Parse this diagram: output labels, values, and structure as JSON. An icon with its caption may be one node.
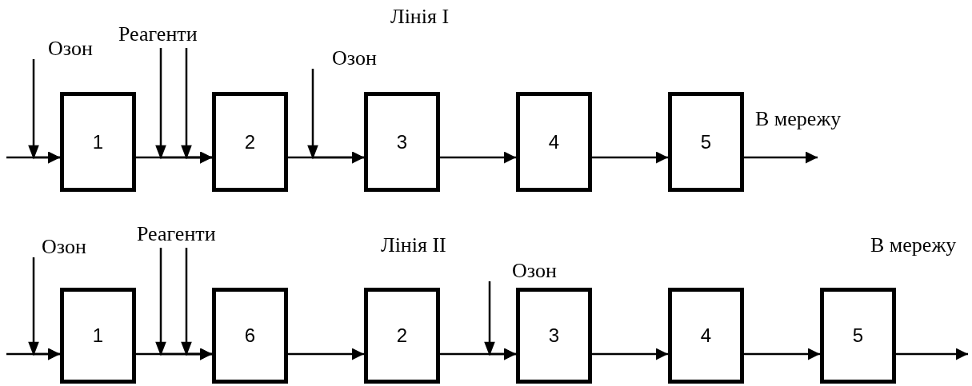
{
  "diagram": {
    "nodes": [
      {
        "text": [
          "Озон"
        ]
      },
      {
        "text": [
          "Реагенти"
        ]
      },
      {
        "text": [
          "Озон"
        ]
      },
      {
        "text": [
          "1"
        ]
      },
      {
        "text": [
          "2"
        ]
      },
      {
        "text": [
          "3"
        ]
      },
      {
        "text": [
          "4"
        ]
      },
      {
        "text": [
          "5"
        ]
      },
      {
        "text": [
          "Озон"
        ]
      },
      {
        "text": [
          "Реагенти"
        ]
      },
      {
        "text": [
          "Озон"
        ]
      },
      {
        "text": [
          "1"
        ]
      },
      {
        "text": [
          "6"
        ]
      },
      {
        "text": [
          "2"
        ]
      },
      {
        "text": [
          "3"
        ]
      },
      {
        "text": [
          "4"
        ]
      },
      {
        "text": [
          "5"
        ]
      }
    ],
    "edges": [
      {
        "from": null,
        "to": 3,
        "arrow": "to"
      },
      {
        "from": 3,
        "to": 4,
        "arrow": "to"
      },
      {
        "from": 4,
        "to": 5,
        "arrow": "to"
      },
      {
        "from": 5,
        "to": 6,
        "arrow": "to"
      },
      {
        "from": 6,
        "to": 7,
        "arrow": "to"
      },
      {
        "from": 7,
        "to": null,
        "arrow": "to"
      },
      {
        "from": 0,
        "to": 3,
        "arrow": "to"
      },
      {
        "from": 1,
        "to": 4,
        "arrow": "to"
      },
      {
        "from": 1,
        "to": 4,
        "arrow": "to"
      },
      {
        "from": 2,
        "to": 5,
        "arrow": "to"
      },
      {
        "from": null,
        "to": 11,
        "arrow": "to"
      },
      {
        "from": 11,
        "to": 12,
        "arrow": "to"
      },
      {
        "from": 12,
        "to": 13,
        "arrow": "to"
      },
      {
        "from": 13,
        "to": 14,
        "arrow": "to"
      },
      {
        "from": 14,
        "to": 15,
        "arrow": "to"
      },
      {
        "from": 15,
        "to": 16,
        "arrow": "to"
      },
      {
        "from": 16,
        "to": null,
        "arrow": "to"
      },
      {
        "from": 8,
        "to": 11,
        "arrow": "to"
      },
      {
        "from": 9,
        "to": 12,
        "arrow": "to"
      },
      {
        "from": 9,
        "to": 12,
        "arrow": "to"
      },
      {
        "from": 10,
        "to": 14,
        "arrow": "to"
      }
    ],
    "labels": [
      "Лінія I",
      "В мережу",
      "Лінія II",
      "В мережу"
    ]
  }
}
